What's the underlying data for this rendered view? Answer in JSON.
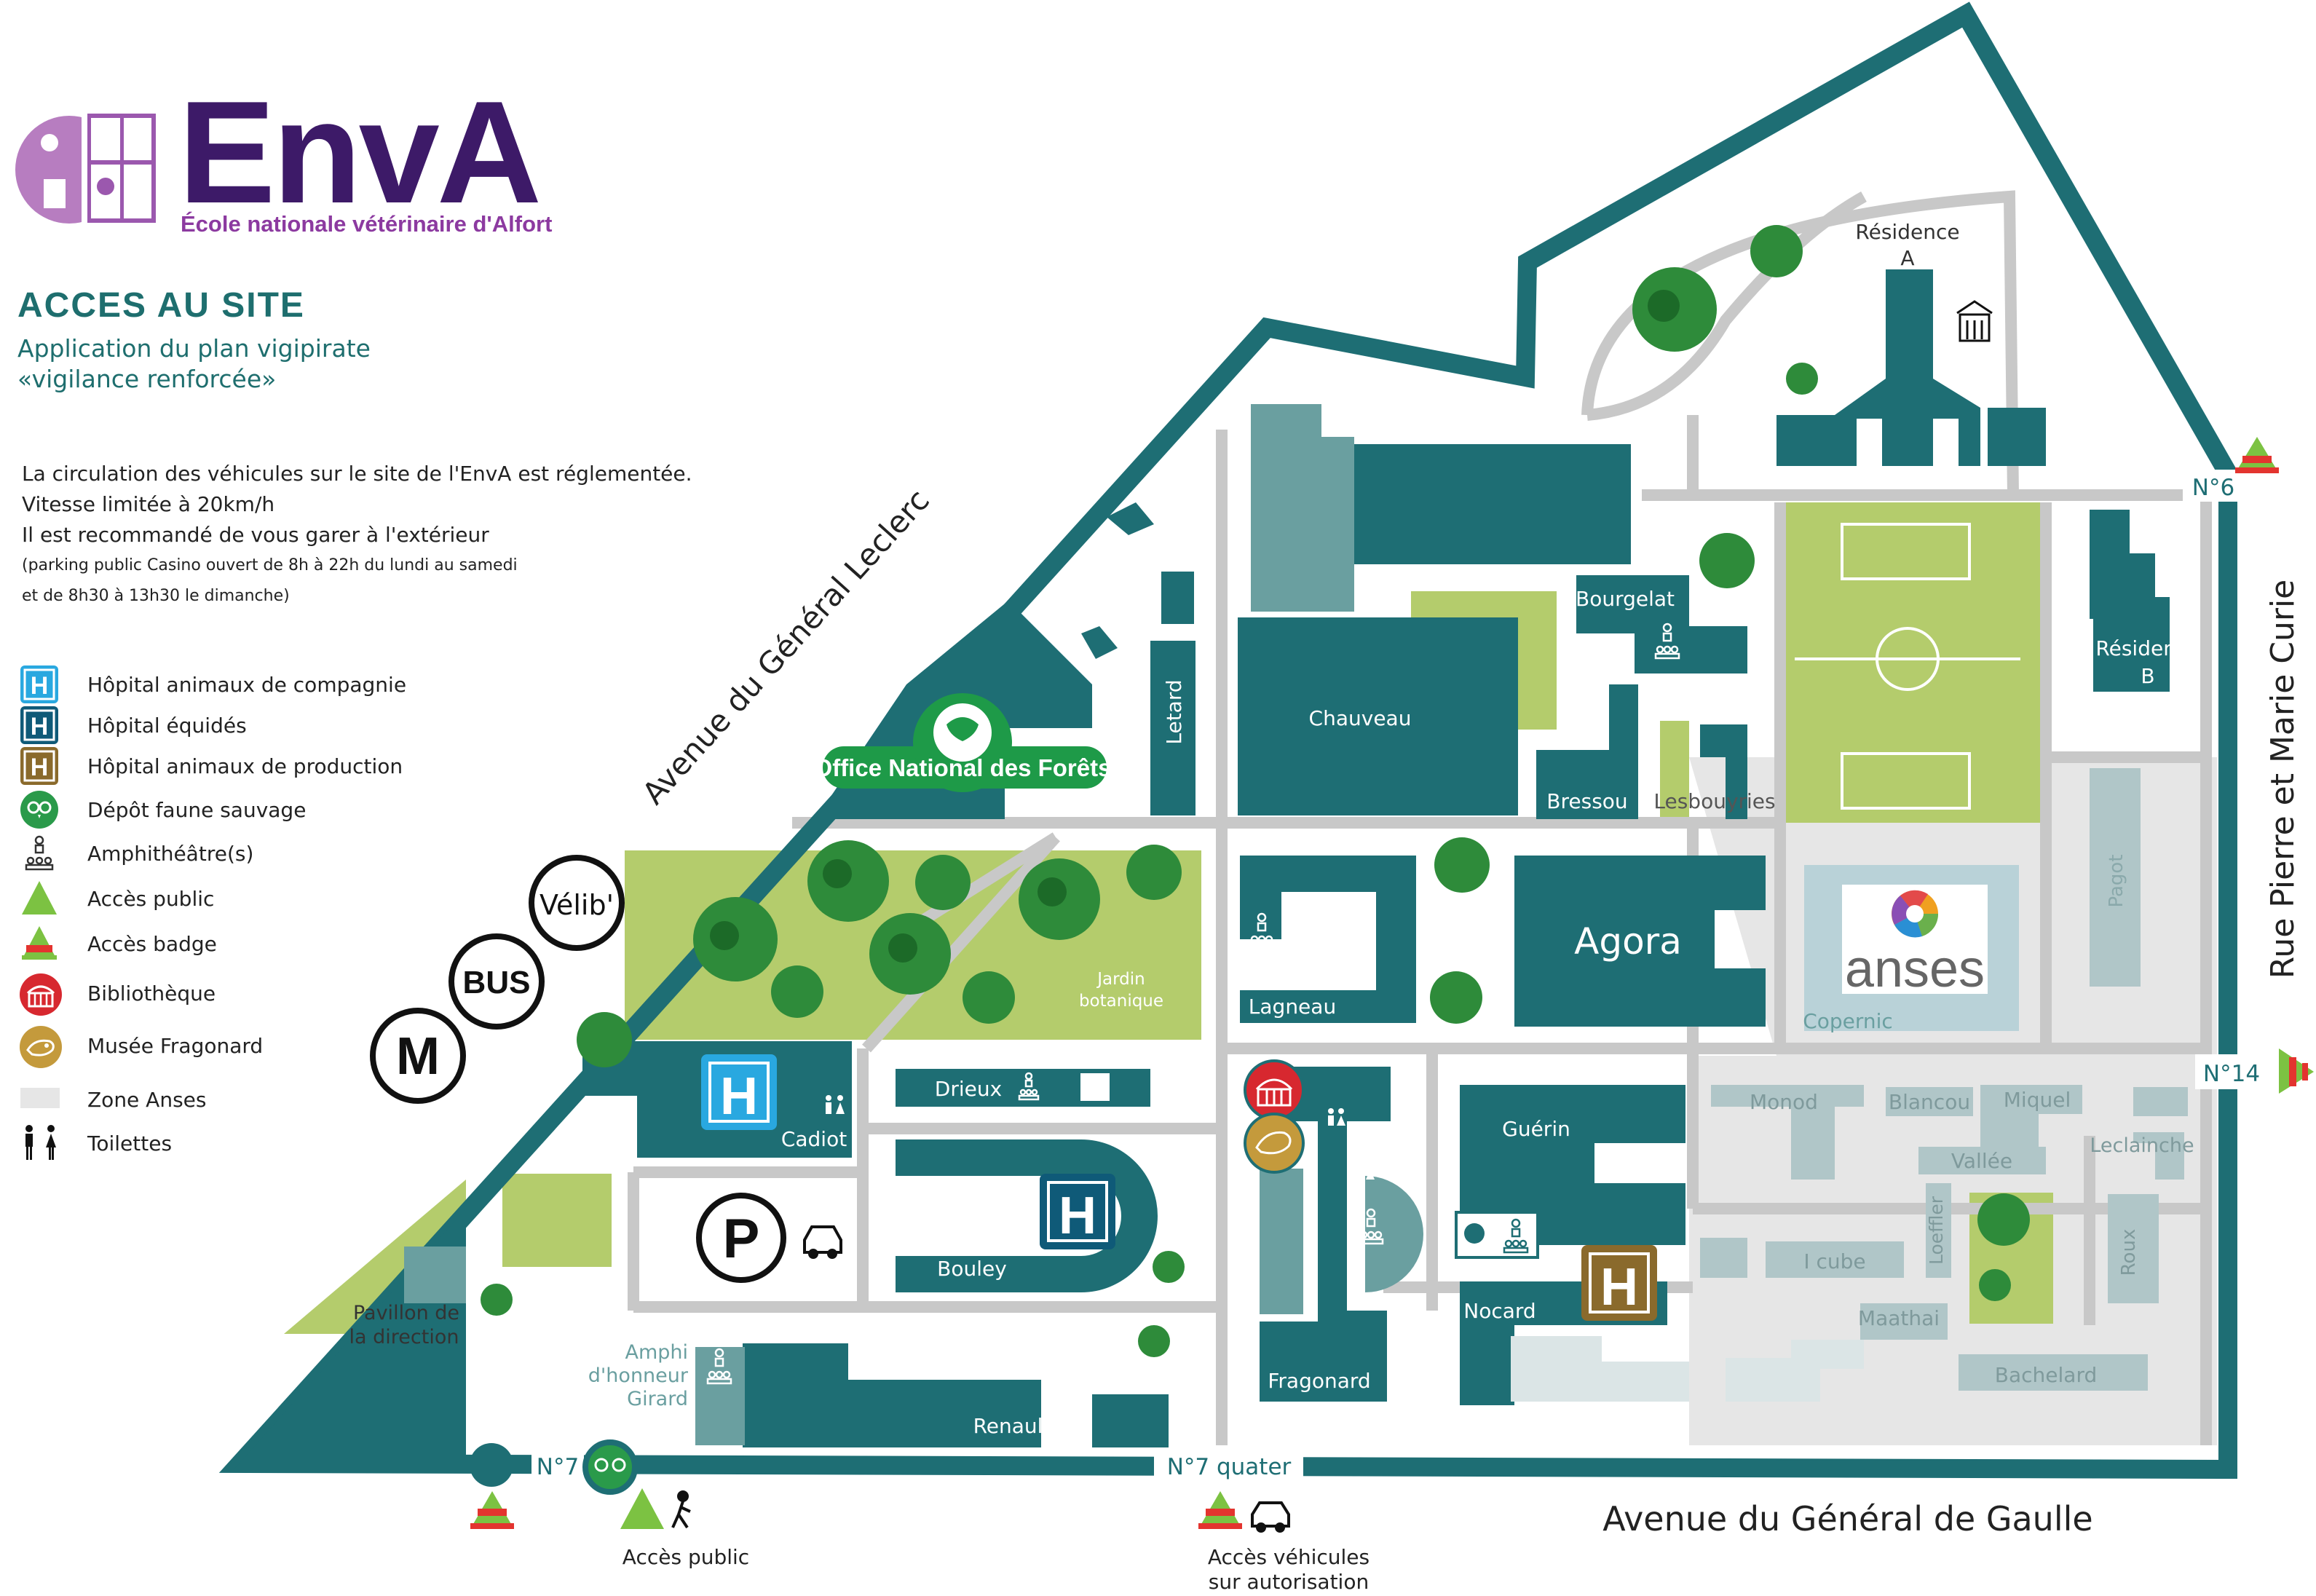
{
  "header": {
    "logo_name": "EnvA",
    "logo_subtitle": "École nationale vétérinaire d'Alfort",
    "title": "ACCES AU SITE",
    "subtitle_line1": "Application du plan vigipirate",
    "subtitle_line2": "«vigilance renforcée»"
  },
  "info": {
    "line1": "La circulation des véhicules sur le site de l'EnvA est réglementée.",
    "line2": "Vitesse limitée à 20km/h",
    "line3": "Il est recommandé de vous garer à l'extérieur",
    "line4": "(parking public Casino ouvert de 8h à 22h du lundi au samedi",
    "line5": "et de 8h30 à 13h30 le dimanche)"
  },
  "legend": [
    {
      "label": "Hôpital animaux de compagnie",
      "icon": "hospital-pet-icon",
      "color": "#29a8e0"
    },
    {
      "label": "Hôpital équidés",
      "icon": "hospital-equine-icon",
      "color": "#0f5a78"
    },
    {
      "label": "Hôpital animaux de production",
      "icon": "hospital-production-icon",
      "color": "#8a6a2c"
    },
    {
      "label": "Dépôt faune sauvage",
      "icon": "wildlife-owl-icon",
      "color": "#2a9a4a"
    },
    {
      "label": "Amphithéâtre(s)",
      "icon": "amphitheatre-icon",
      "color": "#333333"
    },
    {
      "label": "Accès public",
      "icon": "public-access-icon",
      "color": "#7cc242"
    },
    {
      "label": "Accès badge",
      "icon": "badge-access-icon",
      "color": "#e3342f"
    },
    {
      "label": "Bibliothèque",
      "icon": "library-icon",
      "color": "#d7282f"
    },
    {
      "label": "Musée Fragonard",
      "icon": "museum-icon",
      "color": "#c49a3c"
    },
    {
      "label": "Zone Anses",
      "icon": "anses-zone-swatch",
      "color": "#e6e6e6"
    },
    {
      "label": "Toilettes",
      "icon": "toilets-icon",
      "color": "#111111"
    }
  ],
  "transit": {
    "metro": "M",
    "bus": "BUS",
    "velib": "Vélib'"
  },
  "streets": {
    "leclerc": "Avenue du Général Leclerc",
    "curie": "Rue Pierre et Marie Curie",
    "gaulle": "Avenue du Général de Gaulle"
  },
  "gates": {
    "n6": "N°6",
    "n14": "N°14",
    "n7": "N°7",
    "n7quater": "N°7 quater"
  },
  "access": {
    "public": "Accès public",
    "vehicles_l1": "Accès véhicules",
    "vehicles_l2": "sur autorisation"
  },
  "buildings": {
    "residence_a_1": "Résidence",
    "residence_a_2": "A",
    "residence_b_1": "Résidence",
    "residence_b_2": "B",
    "bourgelat": "Bourgelat",
    "chauveau": "Chauveau",
    "letard": "Letard",
    "bressou": "Bressou",
    "lesbouyries": "Lesbouyries",
    "onf": "Office National des Forêts",
    "jardin_1": "Jardin",
    "jardin_2": "botanique",
    "lagneau": "Lagneau",
    "agora": "Agora",
    "anses": "anses",
    "copernic": "Copernic",
    "pagot": "Pagot",
    "cadiot": "Cadiot",
    "drieux": "Drieux",
    "bouley": "Bouley",
    "pavillon_1": "Pavillon de",
    "pavillon_2": "la direction",
    "amphi_1": "Amphi",
    "amphi_2": "d'honneur",
    "amphi_3": "Girard",
    "renault": "Renault",
    "guerin": "Guérin",
    "nocard": "Nocard",
    "fragonard": "Fragonard",
    "monod": "Monod",
    "blancou": "Blancou",
    "miquel": "Miquel",
    "leclainche": "Leclainche",
    "vallee": "Vallée",
    "loeffler": "Loeffler",
    "icube": "I cube",
    "maathai": "Maathai",
    "roux": "Roux",
    "bachelard": "Bachelard"
  },
  "colors": {
    "teal": "#1e6e74",
    "teal_light": "#6a9fa0",
    "green_lawn": "#b4cc6c",
    "road": "#c8c8c8",
    "anses_zone": "#e6e6e6",
    "anses_building": "#b0c6c8"
  }
}
